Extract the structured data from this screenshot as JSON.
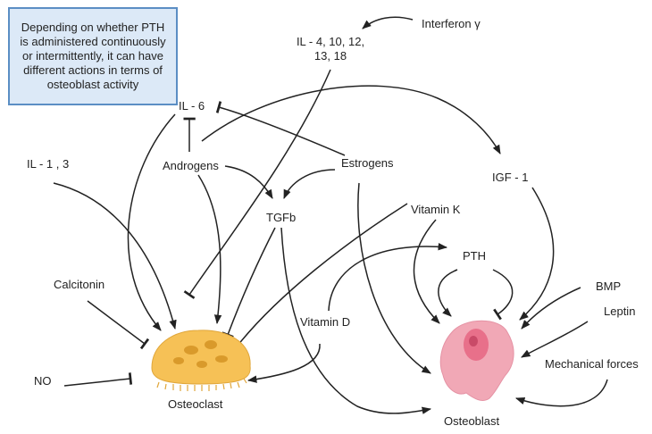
{
  "note": "Depending on whether PTH is administered continuously or intermittently, it can have different actions in terms of osteoblast activity",
  "nodes": {
    "interferon": "Interferon γ",
    "il_4_10": "IL - 4, 10, 12,",
    "il_13_18": "13, 18",
    "il6": "IL - 6",
    "il13": "IL - 1 , 3",
    "androgens": "Androgens",
    "estrogens": "Estrogens",
    "igf1": "IGF - 1",
    "tgfb": "TGFb",
    "vitamin_k": "Vitamin K",
    "pth": "PTH",
    "calcitonin": "Calcitonin",
    "vitamin_d": "Vitamin D",
    "bmp": "BMP",
    "leptin": "Leptin",
    "mechanical": "Mechanical forces",
    "no": "NO",
    "osteoclast": "Osteoclast",
    "osteoblast": "Osteoblast"
  },
  "colors": {
    "osteoclast": "#f6c156",
    "osteoclast_spots": "#d99a2b",
    "osteoblast": "#f1a8b6",
    "osteoblast_nucleus": "#e8708a",
    "note_fill": "#dce9f7",
    "note_border": "#5b8ec4",
    "line": "#222222"
  }
}
